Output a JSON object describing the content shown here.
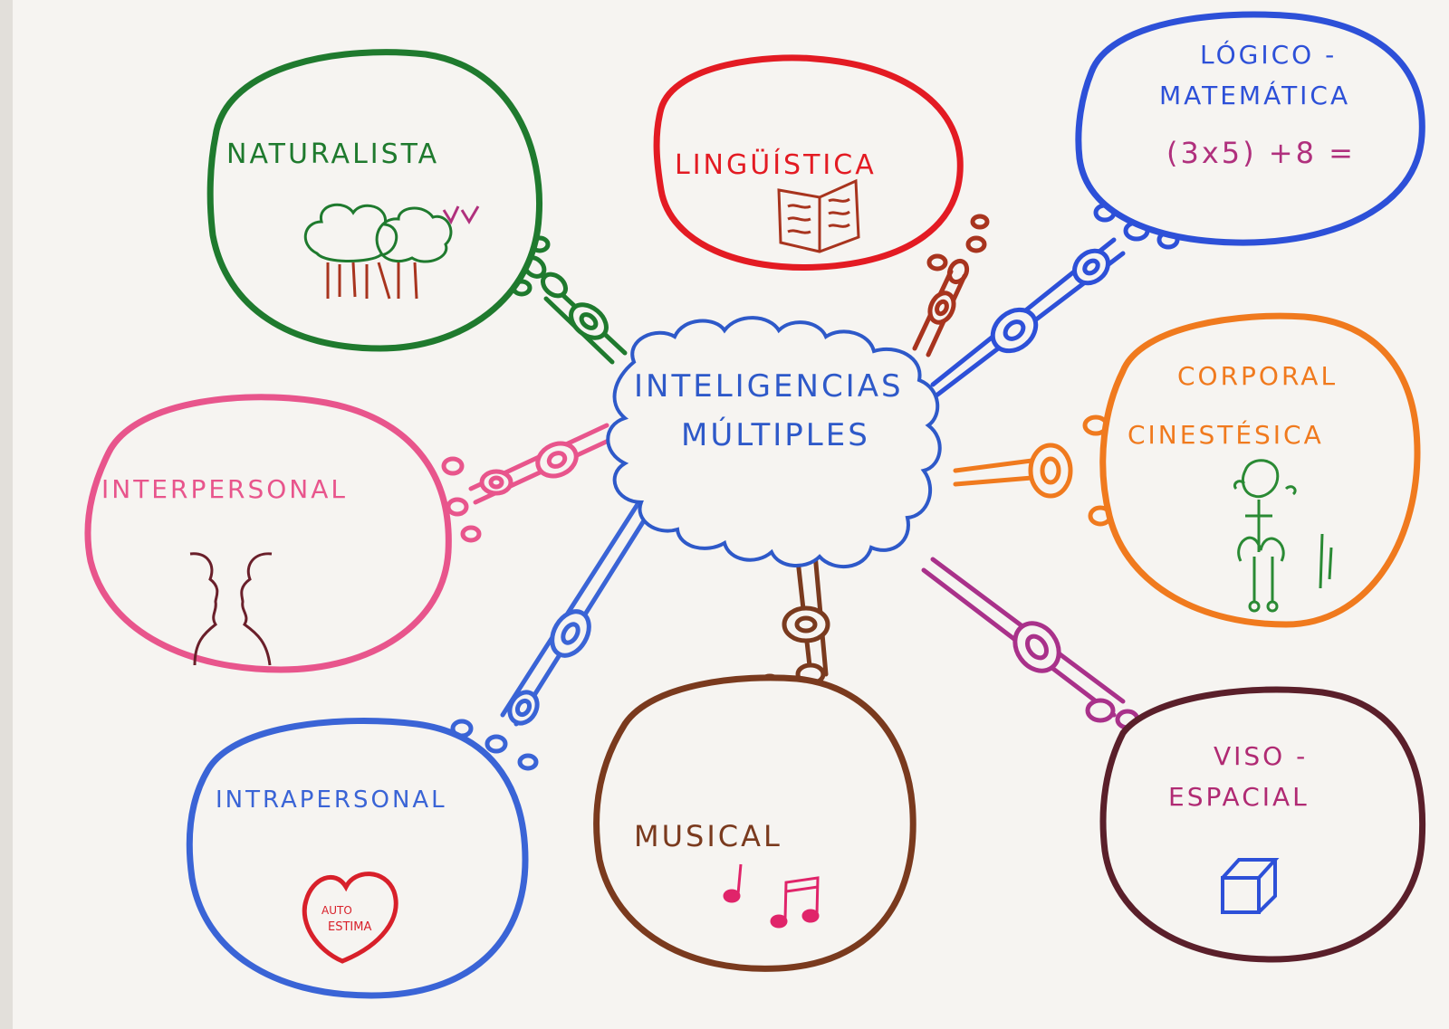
{
  "center": {
    "line1": "INTELIGENCIAS",
    "line2": "MÚLTIPLES",
    "color": "#2e59c9"
  },
  "nodes": {
    "naturalista": {
      "label": "NATURALISTA",
      "color": "#1f7a2e"
    },
    "linguistica": {
      "label": "LINGÜÍSTICA",
      "color": "#e31b23"
    },
    "logico": {
      "line1": "LÓGICO -",
      "line2": "MATEMÁTICA",
      "formula": "(3x5) +8 =",
      "color": "#2d50d8",
      "formula_color": "#b0307d"
    },
    "interpersonal": {
      "label": "INTERPERSONAL",
      "color": "#e8558c"
    },
    "corporal": {
      "line1": "CORPORAL",
      "line2": "CINESTÉSICA",
      "color": "#f07a1e",
      "figure_color": "#2a8a34"
    },
    "intrapersonal": {
      "label": "INTRAPERSONAL",
      "color": "#3a64d6",
      "heart_text_1": "AUTO",
      "heart_text_2": "ESTIMA",
      "heart_color": "#d8202a"
    },
    "musical": {
      "label": "MUSICAL",
      "color": "#7a3a1e",
      "note_color": "#e0246a"
    },
    "viso": {
      "line1": "VISO -",
      "line2": "ESPACIAL",
      "color": "#5a1f2a",
      "text_color": "#b02a73",
      "cube_color": "#2d50d8"
    }
  },
  "connector_colors": {
    "naturalista": "#1f7a2e",
    "linguistica": "#a8341e",
    "logico": "#2d50d8",
    "interpersonal": "#e8558c",
    "corporal": "#f07a1e",
    "intrapersonal": "#3a64d6",
    "musical": "#7a3a1e",
    "viso": "#a9318a"
  }
}
